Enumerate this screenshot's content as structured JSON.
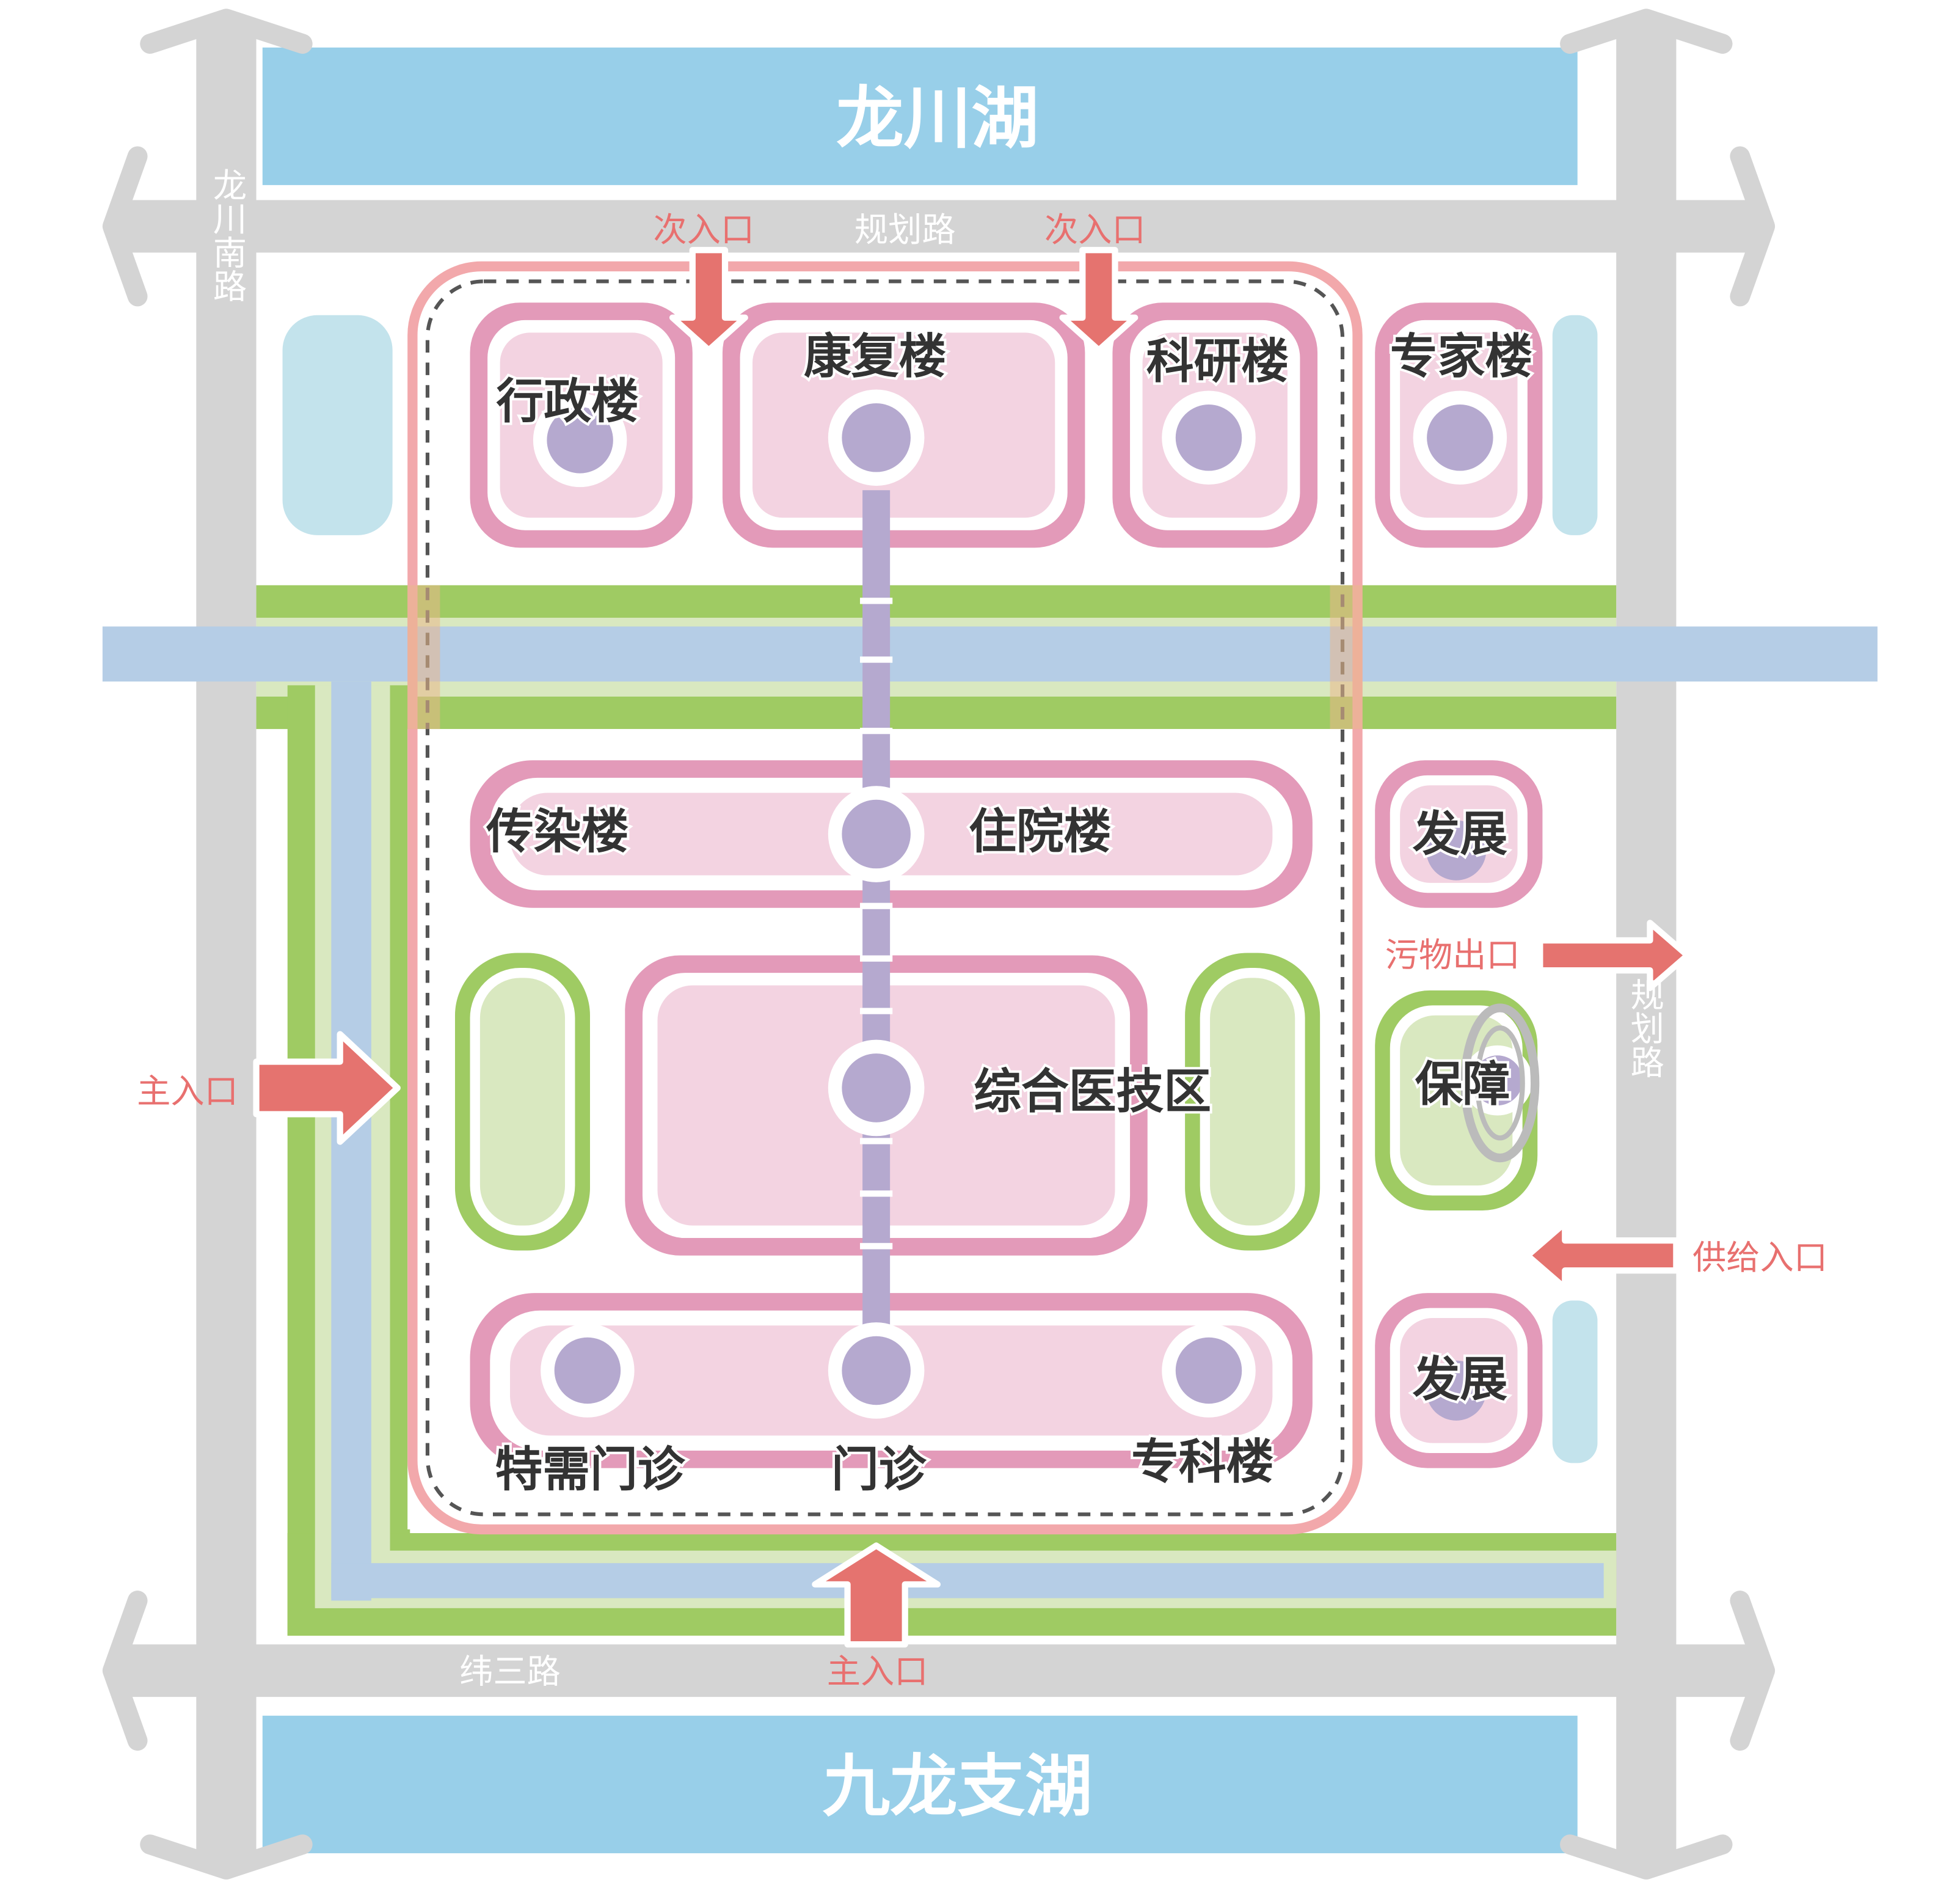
{
  "colors": {
    "lake": "#98cfe9",
    "road": "#d4d4d4",
    "canal": "#b5cde6",
    "green_band": "#9fcb63",
    "green_light": "#d9e8c0",
    "pink_dark": "#e39ab9",
    "pink_light": "#f3d3e1",
    "node": "#b5a9cf",
    "arrow": "#e5736f",
    "text_dark": "#333333",
    "text_red": "#e8706f"
  },
  "lakes": {
    "north": "龙川湖",
    "south": "九龙支湖"
  },
  "roads": {
    "north": "规划路",
    "south": "纬三路",
    "west": "龙川南路",
    "east": "规划路"
  },
  "buildings": {
    "admin": "行政楼",
    "rehab": "康复楼",
    "research": "科研楼",
    "expert": "专家楼",
    "infectious": "传染楼",
    "inpatient": "住院楼",
    "medtech": "综合医技区",
    "develop_1": "发展",
    "develop_2": "发展",
    "support": "保障",
    "special_clinic": "特需门诊",
    "clinic": "门诊",
    "specialty": "专科楼"
  },
  "entrances": {
    "secondary_1": "次入口",
    "secondary_2": "次入口",
    "main_west": "主入口",
    "main_south": "主入口",
    "waste_exit": "污物出口",
    "supply_entrance": "供给入口"
  }
}
